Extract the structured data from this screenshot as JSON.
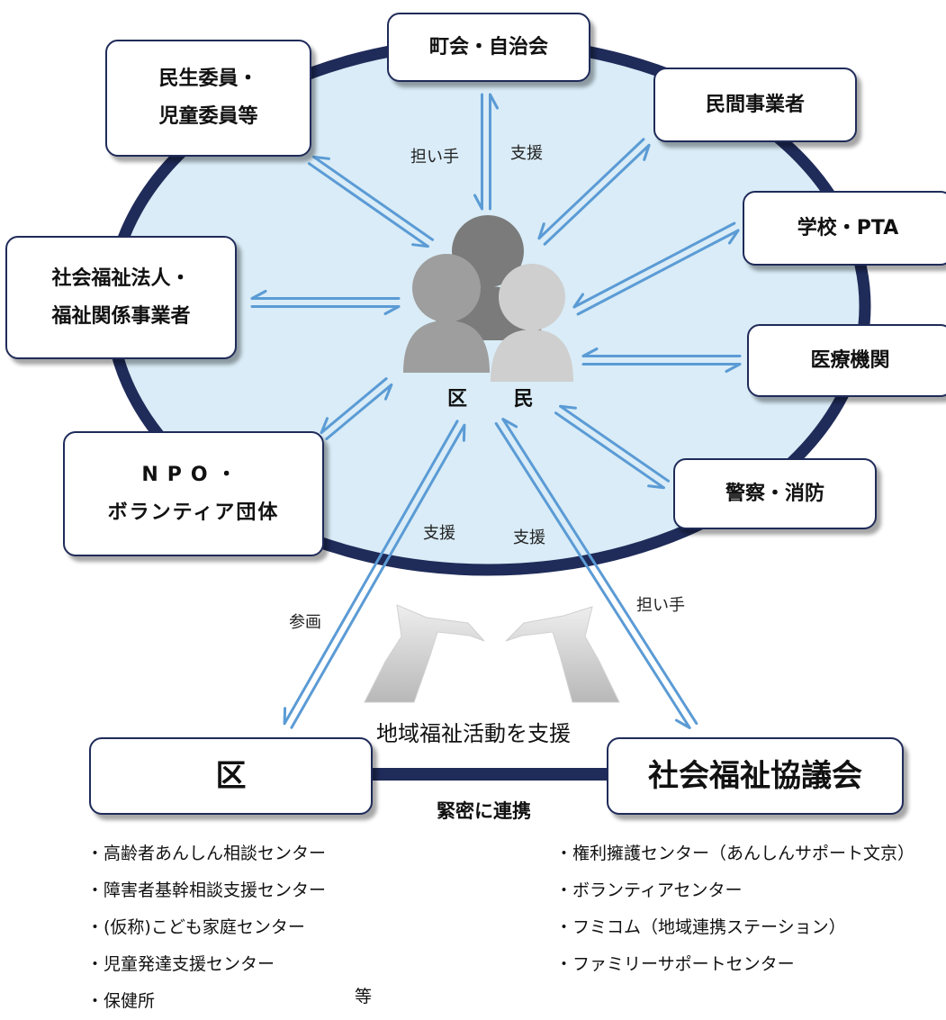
{
  "center": {
    "label": "区 民"
  },
  "organizations": {
    "neighborhood": "町会・自治会",
    "welfare_commissioners": [
      "民生委員・",
      "児童委員等"
    ],
    "private_business": "民間事業者",
    "school": "学校・PTA",
    "social_welfare_corp": [
      "社会福祉法人・",
      "福祉関係事業者"
    ],
    "medical": "医療機関",
    "npo": [
      "NPO・",
      "ボランティア団体"
    ],
    "police_fire": "警察・消防"
  },
  "arrow_labels": {
    "bearer_top": "担い手",
    "support_top": "支援",
    "support_left": "支援",
    "support_right": "支援",
    "participation": "参画",
    "bearer_bottom": "担い手"
  },
  "central_title": "地域福祉活動を支援",
  "ward": {
    "title": "区",
    "items": [
      "高齢者あんしん相談センター",
      "障害者基幹相談支援センター",
      "(仮称)こども家庭センター",
      "児童発達支援センター",
      "保健所"
    ],
    "etc": "等"
  },
  "council": {
    "title": "社会福祉協議会",
    "items": [
      "権利擁護センター（あんしんサポート文京）",
      "ボランティアセンター",
      "フミコム（地域連携ステーション）",
      "ファミリーサポートセンター"
    ]
  },
  "link_label": "緊密に連携",
  "colors": {
    "ellipse_fill": "#d9ecf7",
    "ellipse_border": "#1f2b59",
    "arrow": "#5b9bd5"
  }
}
